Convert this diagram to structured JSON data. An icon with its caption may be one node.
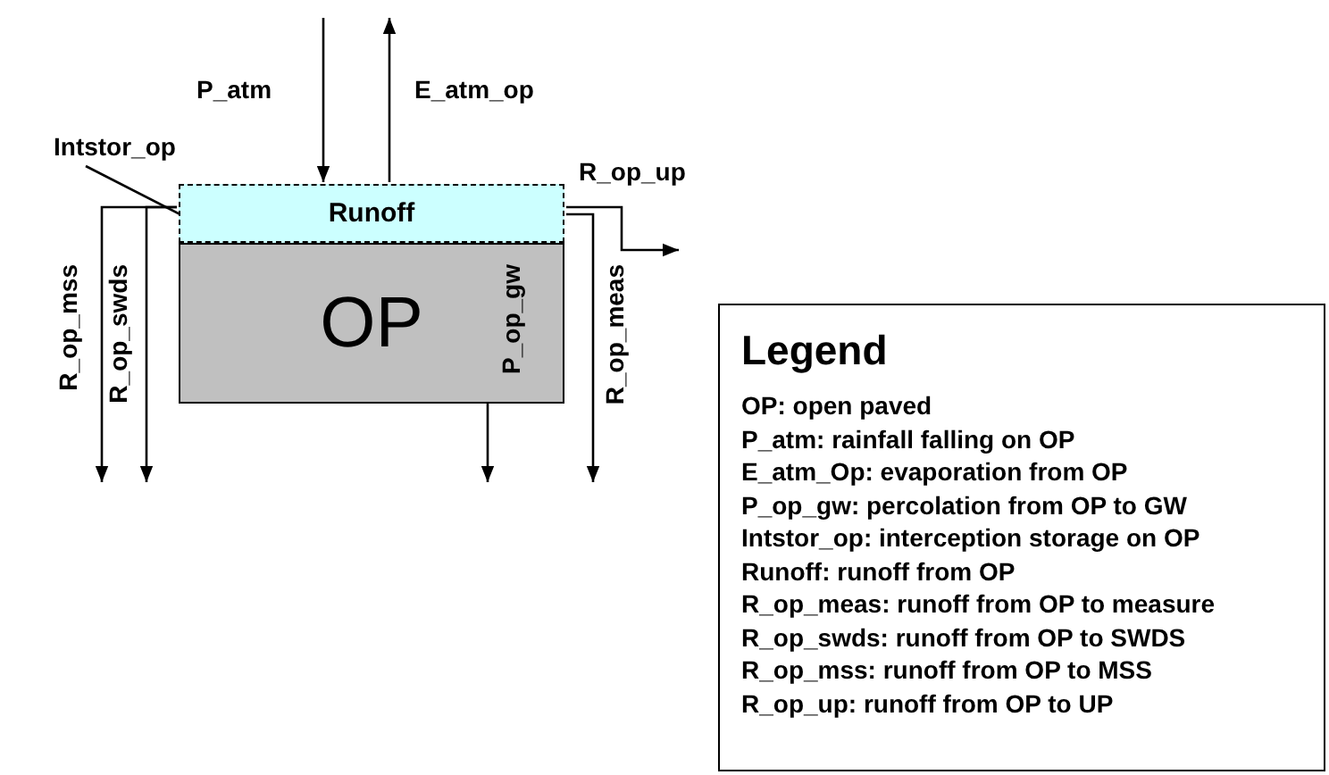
{
  "diagram": {
    "nodes": [
      {
        "text": [
          "Runoff"
        ]
      },
      {
        "text": [
          "OP"
        ]
      },
      {
        "text": [
          "Intstor_op"
        ]
      },
      {
        "text": [
          "Legend",
          "OP: open paved",
          "P_atm: rainfall falling on OP",
          "E_atm_Op: evaporation from OP",
          "P_op_gw: percolation from OP to GW",
          "Intstor_op: interception storage on OP",
          "Runoff: runoff from OP",
          "R_op_meas: runoff from OP to measure",
          "R_op_swds: runoff from OP to SWDS",
          "R_op_mss: runoff from OP to MSS",
          "R_op_up: runoff from OP to UP"
        ]
      }
    ],
    "edges": [
      {
        "from": null,
        "to": 0,
        "arrow": "to",
        "label": "P_atm"
      },
      {
        "from": 0,
        "to": null,
        "arrow": "to",
        "label": "E_atm_op"
      },
      {
        "from": 0,
        "to": null,
        "arrow": "to",
        "label": "R_op_up"
      },
      {
        "from": 0,
        "to": null,
        "arrow": "to",
        "label": "R_op_mss"
      },
      {
        "from": 0,
        "to": null,
        "arrow": "to",
        "label": "R_op_swds"
      },
      {
        "from": 1,
        "to": null,
        "arrow": "to",
        "label": "P_op_gw"
      },
      {
        "from": 0,
        "to": null,
        "arrow": "to",
        "label": "R_op_meas"
      },
      {
        "from": 2,
        "to": 0,
        "arrow": "none"
      }
    ]
  }
}
